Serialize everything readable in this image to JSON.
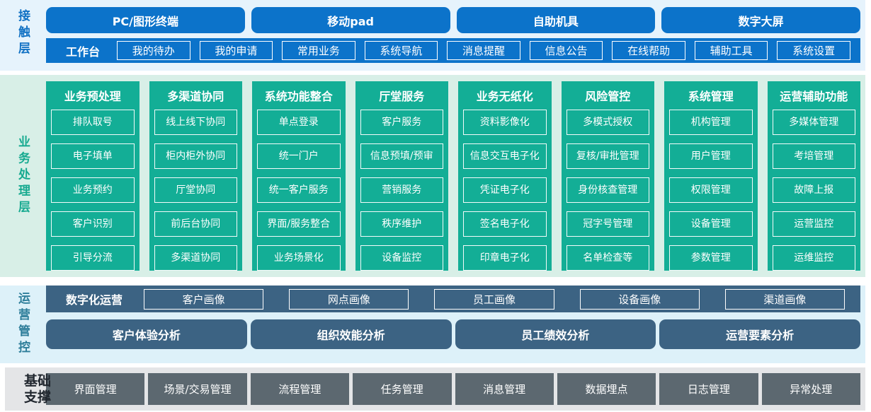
{
  "colors": {
    "blue": "#0c73ca",
    "light_blue_bg": "#e6f3fc",
    "green": "#13ae96",
    "light_green_bg": "#d8efe7",
    "slate_blue": "#3c6383",
    "light_cyan_bg": "#ddf1f9",
    "gray": "#5c6870",
    "light_gray_bg": "#e4e5e7"
  },
  "contact_layer": {
    "label": "接触层",
    "channels": [
      "PC/图形终端",
      "移动pad",
      "自助机具",
      "数字大屏"
    ],
    "workbench": {
      "label": "工作台",
      "items": [
        "我的待办",
        "我的申请",
        "常用业务",
        "系统导航",
        "消息提醒",
        "信息公告",
        "在线帮助",
        "辅助工具",
        "系统设置"
      ]
    }
  },
  "business_layer": {
    "label": "业务处理层",
    "columns": [
      {
        "title": "业务预处理",
        "items": [
          "排队取号",
          "电子填单",
          "业务预约",
          "客户识别",
          "引导分流"
        ]
      },
      {
        "title": "多渠道协同",
        "items": [
          "线上线下协同",
          "柜内柜外协同",
          "厅堂协同",
          "前后台协同",
          "多渠道协同"
        ]
      },
      {
        "title": "系统功能整合",
        "items": [
          "单点登录",
          "统一门户",
          "统一客户服务",
          "界面/服务整合",
          "业务场景化"
        ]
      },
      {
        "title": "厅堂服务",
        "items": [
          "客户服务",
          "信息预填/预审",
          "营销服务",
          "秩序维护",
          "设备监控"
        ]
      },
      {
        "title": "业务无纸化",
        "items": [
          "资料影像化",
          "信息交互电子化",
          "凭证电子化",
          "签名电子化",
          "印章电子化"
        ]
      },
      {
        "title": "风险管控",
        "items": [
          "多模式授权",
          "复核/审批管理",
          "身份核查管理",
          "冠字号管理",
          "名单检查等"
        ]
      },
      {
        "title": "系统管理",
        "items": [
          "机构管理",
          "用户管理",
          "权限管理",
          "设备管理",
          "参数管理"
        ]
      },
      {
        "title": "运营辅助功能",
        "items": [
          "多媒体管理",
          "考培管理",
          "故障上报",
          "运营监控",
          "运维监控"
        ]
      }
    ]
  },
  "operation_layer": {
    "label": "运营管控",
    "digital_ops": {
      "label": "数字化运营",
      "items": [
        "客户画像",
        "网点画像",
        "员工画像",
        "设备画像",
        "渠道画像"
      ]
    },
    "analysis": [
      "客户体验分析",
      "组织效能分析",
      "员工绩效分析",
      "运营要素分析"
    ]
  },
  "foundation_layer": {
    "label_line1": "基础",
    "label_line2": "支撑",
    "items": [
      "界面管理",
      "场景/交易管理",
      "流程管理",
      "任务管理",
      "消息管理",
      "数据埋点",
      "日志管理",
      "异常处理"
    ]
  }
}
